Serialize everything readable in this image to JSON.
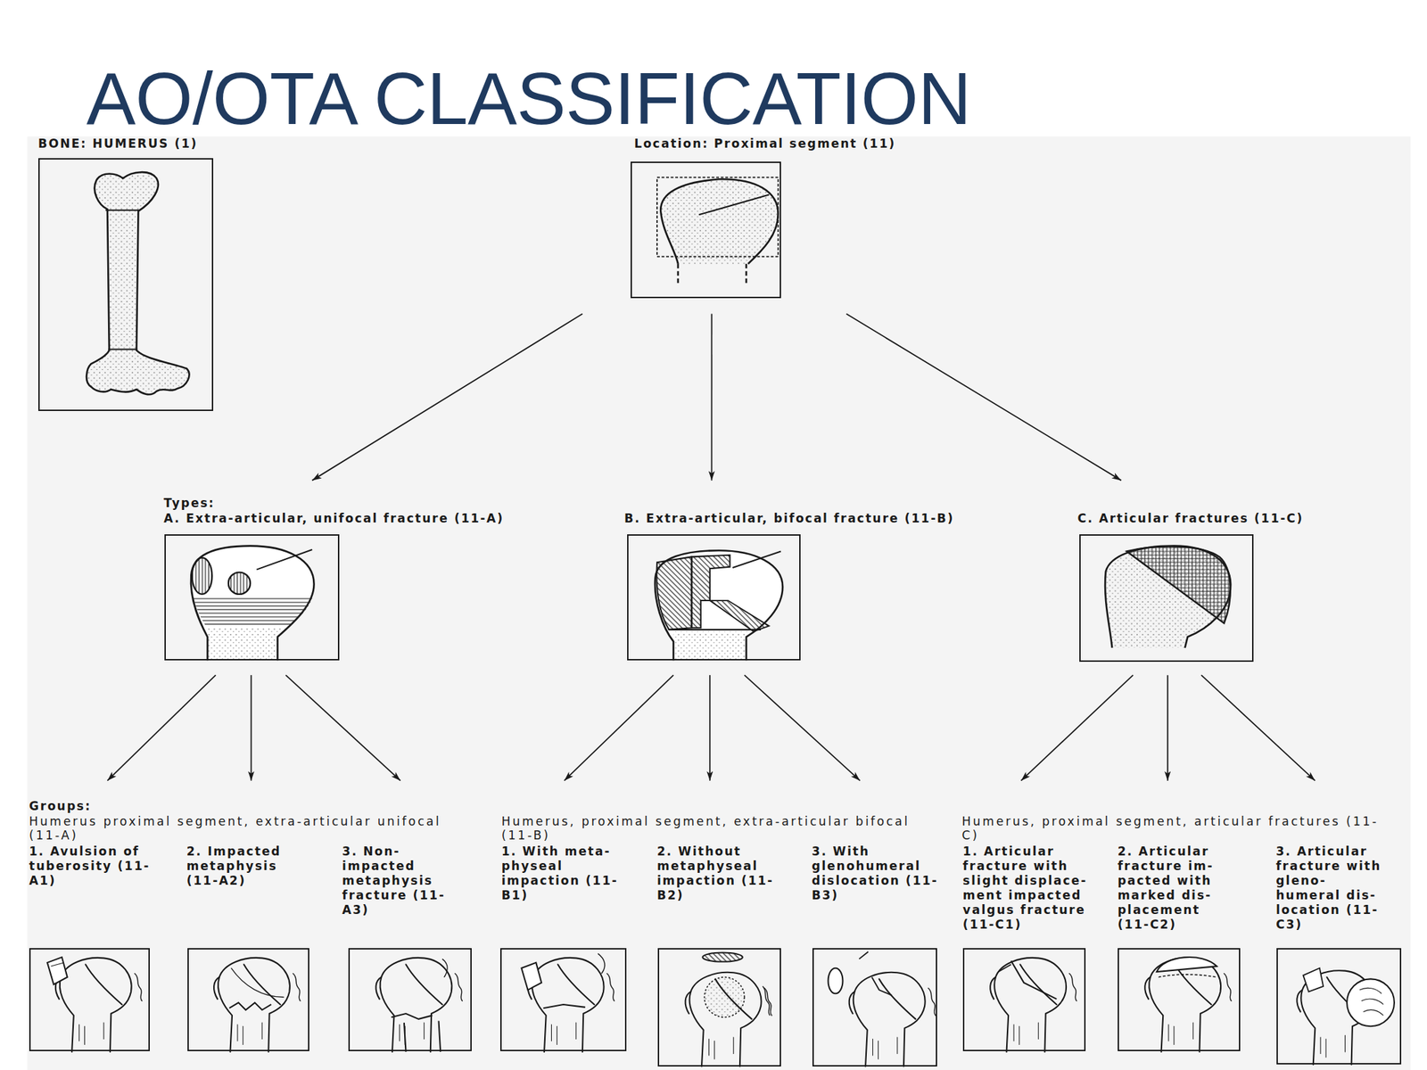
{
  "diagram": {
    "title": "AO/OTA CLASSIFICATION",
    "nodes": [
      {
        "text": [
          "BONE: HUMERUS (1)"
        ]
      },
      {
        "text": [
          "Location: Proximal segment (11)"
        ]
      },
      {
        "text": [
          "A. Extra-articular, unifocal fracture (11-A)"
        ]
      },
      {
        "text": [
          "B. Extra-articular, bifocal fracture (11-B)"
        ]
      },
      {
        "text": [
          "C. Articular fractures (11-C)"
        ]
      },
      {
        "text": [
          "1. Avulsion of tuberosity (11-A1)"
        ]
      },
      {
        "text": [
          "2. Impacted metaphysis (11-A2)"
        ]
      },
      {
        "text": [
          "3. Non- impacted metaphysis fracture (11-A3)"
        ]
      },
      {
        "text": [
          "1. With meta- physeal impaction (11-B1)"
        ]
      },
      {
        "text": [
          "2. Without metaphyseal impaction (11-B2)"
        ]
      },
      {
        "text": [
          "3. With glenohumeral dislocation (11-B3)"
        ]
      },
      {
        "text": [
          "1. Articular fracture with slight displace- ment impacted valgus fracture (11-C1)"
        ]
      },
      {
        "text": [
          "2. Articular fracture im- pacted with marked dis- placement (11-C2)"
        ]
      },
      {
        "text": [
          "3. Articular fracture with gleno- humeral dis- location (11-C3)"
        ]
      }
    ],
    "edges": [
      {
        "from": 1,
        "to": 2,
        "arrow": "to"
      },
      {
        "from": 1,
        "to": 3,
        "arrow": "to"
      },
      {
        "from": 1,
        "to": 4,
        "arrow": "to"
      },
      {
        "from": 2,
        "to": 5,
        "arrow": "to"
      },
      {
        "from": 2,
        "to": 6,
        "arrow": "to"
      },
      {
        "from": 2,
        "to": 7,
        "arrow": "to"
      },
      {
        "from": 3,
        "to": 8,
        "arrow": "to"
      },
      {
        "from": 3,
        "to": 9,
        "arrow": "to"
      },
      {
        "from": 3,
        "to": 10,
        "arrow": "to"
      },
      {
        "from": 4,
        "to": 11,
        "arrow": "to"
      },
      {
        "from": 4,
        "to": 12,
        "arrow": "to"
      },
      {
        "from": 4,
        "to": 13,
        "arrow": "to"
      }
    ],
    "labels": [
      "Types:",
      "Groups:",
      "Humerus proximal segment, extra-articular unifocal (11-A)",
      "Humerus, proximal segment, extra-articular bifocal (11-B)",
      "Humerus, proximal segment, articular fractures (11-C)"
    ]
  }
}
